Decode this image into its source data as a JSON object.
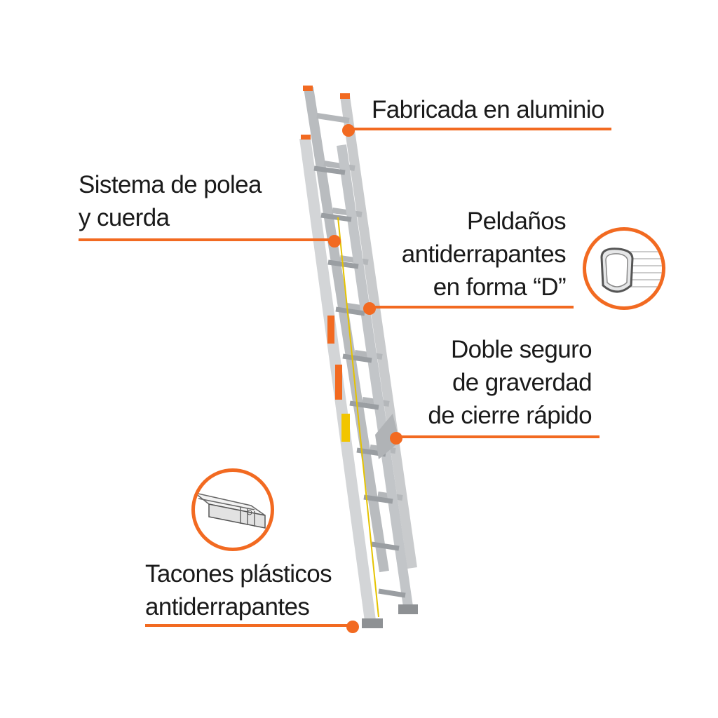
{
  "callouts": {
    "aluminio": {
      "lines": [
        "Fabricada en aluminio"
      ]
    },
    "polea": {
      "lines": [
        "Sistema de polea",
        "y cuerda"
      ]
    },
    "peldanos": {
      "lines": [
        "Peldaños",
        "antiderrapantes",
        "en forma “D”"
      ]
    },
    "seguro": {
      "lines": [
        "Doble seguro",
        "de graverdad",
        "de cierre rápido"
      ]
    },
    "tacones": {
      "lines": [
        "Tacones plásticos",
        "antiderrapantes"
      ]
    }
  },
  "colors": {
    "accent": "#f26a21",
    "aluminum": "#c9cbcd",
    "text": "#1a1a1a"
  }
}
